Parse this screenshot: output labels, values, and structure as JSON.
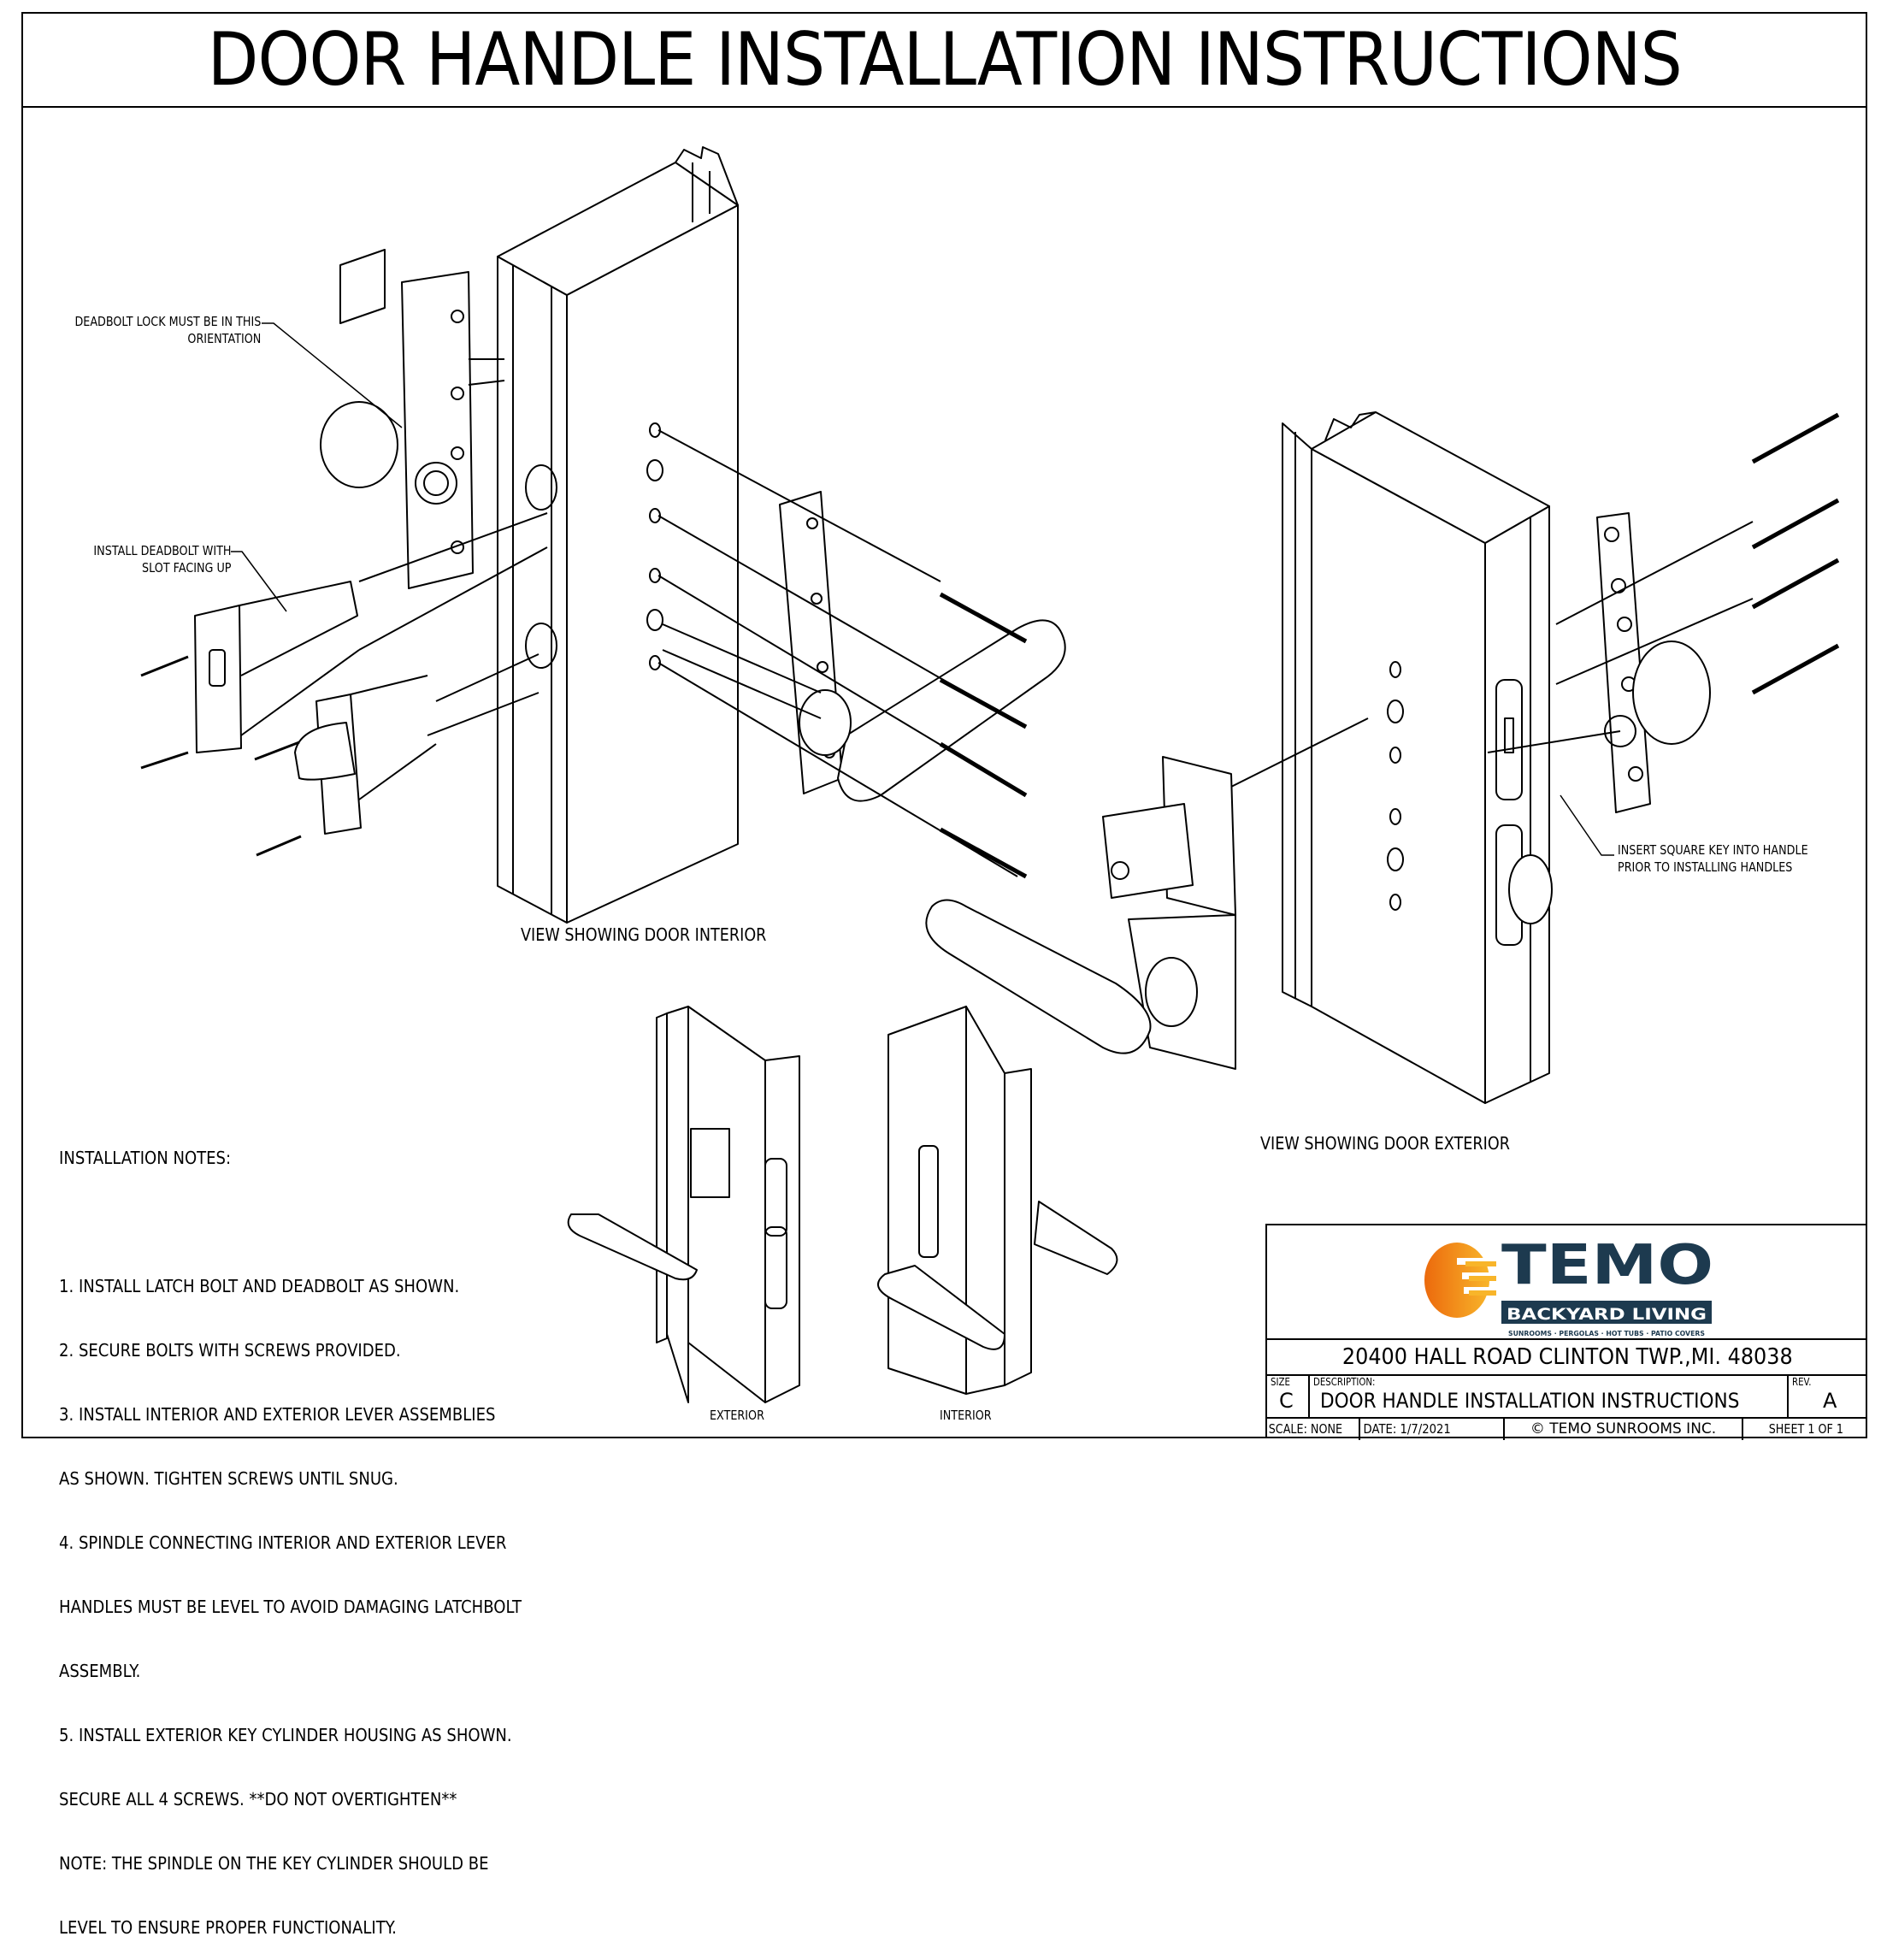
{
  "title": "DOOR HANDLE INSTALLATION INSTRUCTIONS",
  "callouts": {
    "deadbolt_orientation": [
      "DEADBOLT LOCK MUST BE IN THIS",
      "ORIENTATION"
    ],
    "deadbolt_slot": [
      "INSTALL DEADBOLT WITH",
      "SLOT FACING UP"
    ],
    "square_key": [
      "INSERT SQUARE KEY INTO HANDLE",
      "PRIOR TO INSTALLING HANDLES"
    ]
  },
  "views": {
    "interior": "VIEW SHOWING DOOR INTERIOR",
    "exterior": "VIEW SHOWING DOOR EXTERIOR",
    "small_exterior": "EXTERIOR",
    "small_interior": "INTERIOR"
  },
  "notes": {
    "heading": "INSTALLATION NOTES:",
    "lines": [
      "1. INSTALL LATCH BOLT AND DEADBOLT AS SHOWN.",
      "2. SECURE BOLTS WITH SCREWS PROVIDED.",
      "3. INSTALL INTERIOR AND EXTERIOR LEVER ASSEMBLIES",
      "AS SHOWN. TIGHTEN SCREWS UNTIL SNUG.",
      "4. SPINDLE CONNECTING INTERIOR AND EXTERIOR LEVER",
      "HANDLES MUST BE LEVEL TO AVOID DAMAGING LATCHBOLT",
      "ASSEMBLY.",
      "5. INSTALL EXTERIOR KEY CYLINDER HOUSING AS SHOWN.",
      "SECURE ALL 4 SCREWS. **DO NOT OVERTIGHTEN**",
      "NOTE: THE SPINDLE ON THE KEY CYLINDER SHOULD BE",
      "LEVEL TO ENSURE PROPER FUNCTIONALITY."
    ]
  },
  "logo": {
    "brand": "TEMO",
    "sub": "BACKYARD LIVING",
    "tagline": "SUNROOMS · PERGOLAS · HOT TUBS · PATIO COVERS",
    "colors": {
      "navy": "#1d3a4f",
      "orange": "#f39a1e",
      "orange_dark": "#ec6a0d"
    }
  },
  "title_block": {
    "address": "20400 HALL ROAD CLINTON TWP.,MI. 48038",
    "size_caption": "SIZE",
    "size": "C",
    "description_caption": "DESCRIPTION:",
    "description": "DOOR HANDLE INSTALLATION INSTRUCTIONS",
    "rev_caption": "REV.",
    "rev": "A",
    "scale": "SCALE: NONE",
    "date": "DATE:  1/7/2021",
    "copyright": "© TEMO SUNROOMS INC.",
    "sheet": "SHEET 1  OF 1"
  }
}
